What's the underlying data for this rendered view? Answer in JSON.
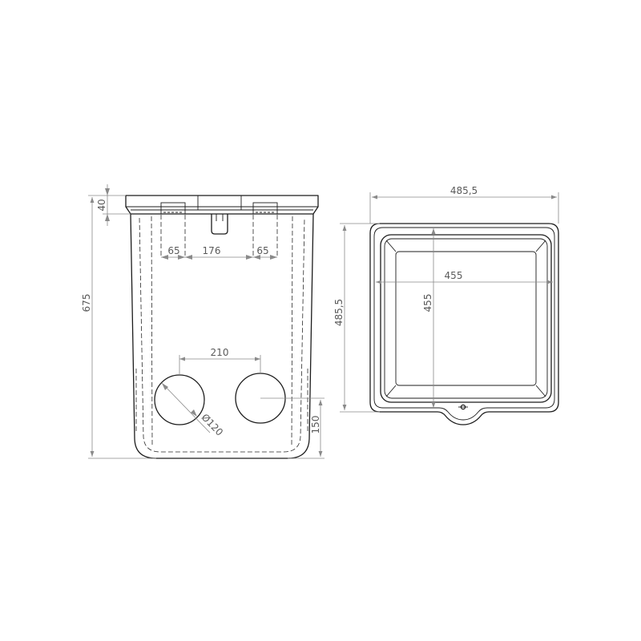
{
  "front_view": {
    "dimensions": {
      "height_total": "675",
      "rim_height": "40",
      "slot_left": "65",
      "slot_spacing": "176",
      "slot_right": "65",
      "hole_spacing": "210",
      "hole_diameter": "Ø120",
      "hole_height": "150"
    }
  },
  "top_view": {
    "dimensions": {
      "outer_width": "485,5",
      "outer_depth": "485,5",
      "inner_width": "455",
      "inner_depth": "455"
    }
  }
}
